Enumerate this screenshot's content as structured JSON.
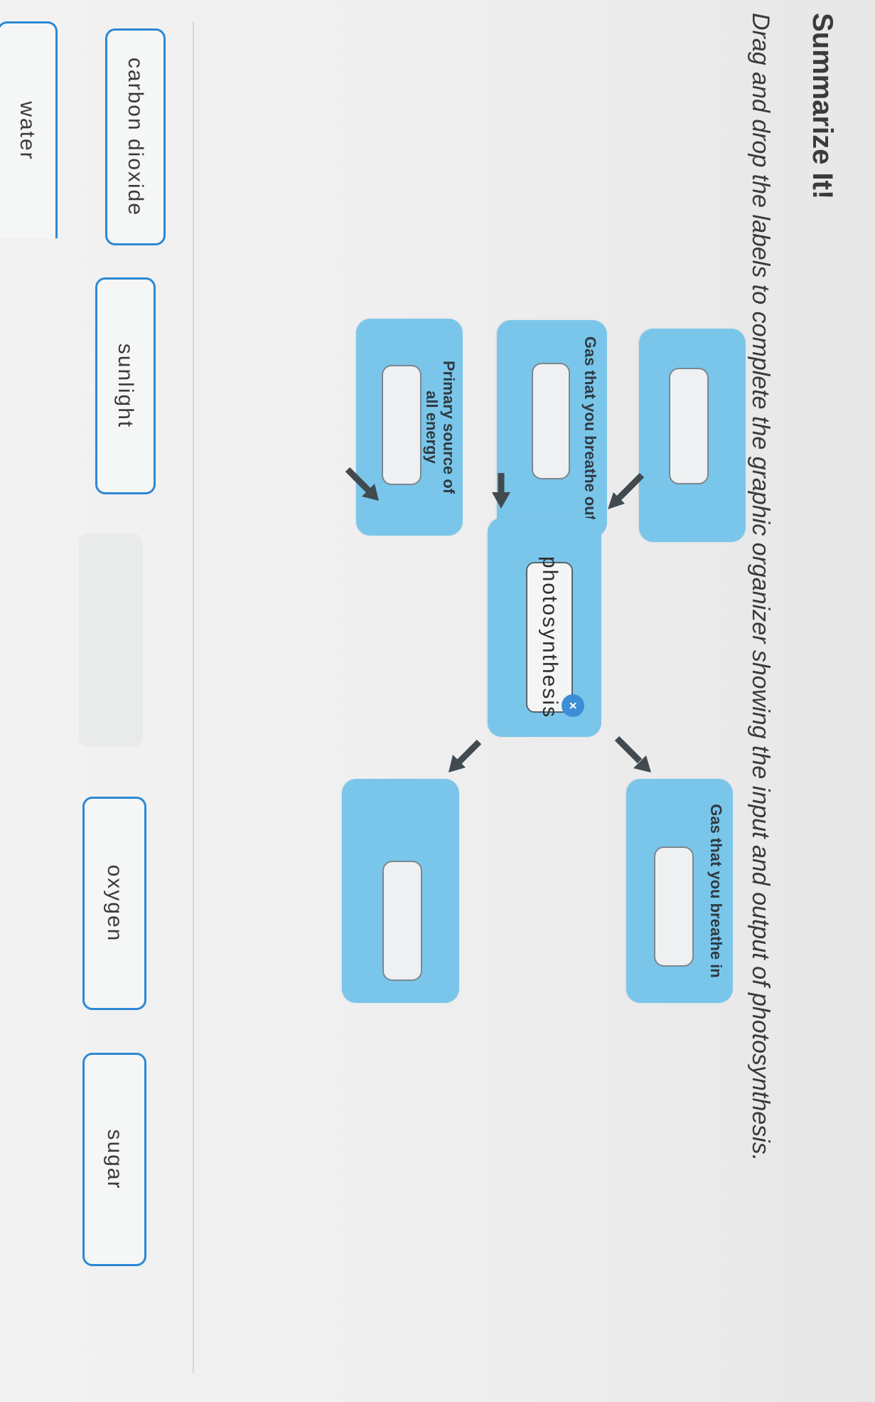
{
  "header": {
    "title": "Summarize It!",
    "instructions": "Drag and drop the labels to complete the graphic organizer showing the input and output of photosynthesis."
  },
  "organizer": {
    "inputs": [
      {
        "label": ""
      },
      {
        "label": "Gas that you breathe out"
      },
      {
        "label": "Primary source of all energy"
      }
    ],
    "process": {
      "label": "photosynthesis",
      "remove_icon": "close-icon"
    },
    "outputs": [
      {
        "label": "Gas that you breathe in"
      },
      {
        "label": ""
      }
    ]
  },
  "word_bank": {
    "tiles": [
      "carbon dioxide",
      "water",
      "sunlight",
      "oxygen",
      "sugar"
    ]
  },
  "colors": {
    "node_fill": "#7ac6eb",
    "tile_border": "#2d88d4",
    "arrow": "#404a4f",
    "remove_button": "#3b8fd6"
  }
}
